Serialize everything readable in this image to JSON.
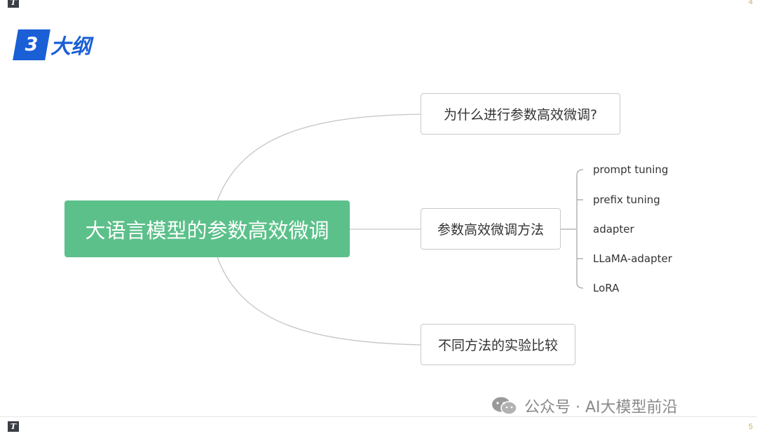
{
  "page": {
    "top_page_number": "4",
    "bottom_page_number": "5"
  },
  "section": {
    "number": "3",
    "title": "大纲",
    "accent_color": "#1a5fd6"
  },
  "mindmap": {
    "root": "大语言模型的参数高效微调",
    "root_color": "#5cc08a",
    "branches": [
      {
        "label": "为什么进行参数高效微调?"
      },
      {
        "label": "参数高效微调方法",
        "children": [
          "prompt tuning",
          "prefix tuning",
          "adapter",
          "LLaMA-adapter",
          "LoRA"
        ]
      },
      {
        "label": "不同方法的实验比较"
      }
    ]
  },
  "watermark": {
    "text": "公众号 · AI大模型前沿",
    "icon": "wechat-icon"
  }
}
